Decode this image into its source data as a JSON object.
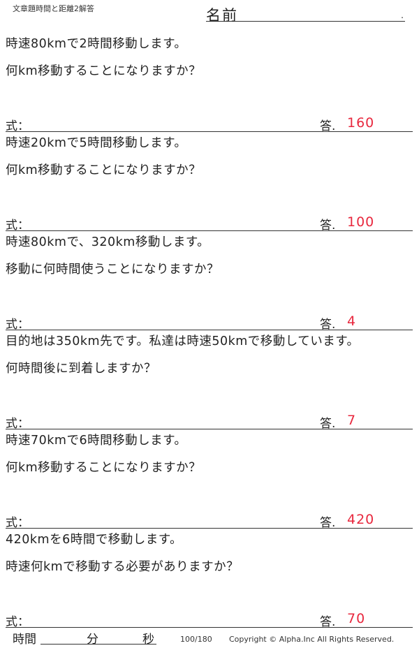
{
  "header": {
    "doc_title": "文章題時間と距離2解答",
    "name_label": "名前",
    "name_dot": "."
  },
  "problems": [
    {
      "line1": "時速80kmで2時間移動します。",
      "line2": "何km移動することになりますか？",
      "formula_label": "式：",
      "answer_label": "答.",
      "answer": "160"
    },
    {
      "line1": "時速20kmで5時間移動します。",
      "line2": "何km移動することになりますか？",
      "formula_label": "式：",
      "answer_label": "答.",
      "answer": "100"
    },
    {
      "line1": "時速80kmで、320km移動します。",
      "line2": "移動に何時間使うことになりますか？",
      "formula_label": "式：",
      "answer_label": "答.",
      "answer": "4"
    },
    {
      "line1": "目的地は350km先です。私達は時速50kmで移動しています。",
      "line2": "何時間後に到着しますか？",
      "formula_label": "式：",
      "answer_label": "答.",
      "answer": "7"
    },
    {
      "line1": "時速70kmで6時間移動します。",
      "line2": "何km移動することになりますか？",
      "formula_label": "式：",
      "answer_label": "答.",
      "answer": "420"
    },
    {
      "line1": "420kmを6時間で移動します。",
      "line2": "時速何kmで移動する必要がありますか？",
      "formula_label": "式：",
      "answer_label": "答.",
      "answer": "70"
    }
  ],
  "footer": {
    "time_label": "時間",
    "minutes_label": "分",
    "seconds_label": "秒",
    "page_count": "100/180",
    "copyright": "Copyright © Alpha.Inc All Rights Reserved."
  },
  "colors": {
    "answer": "#e8283e",
    "text": "#222222"
  }
}
